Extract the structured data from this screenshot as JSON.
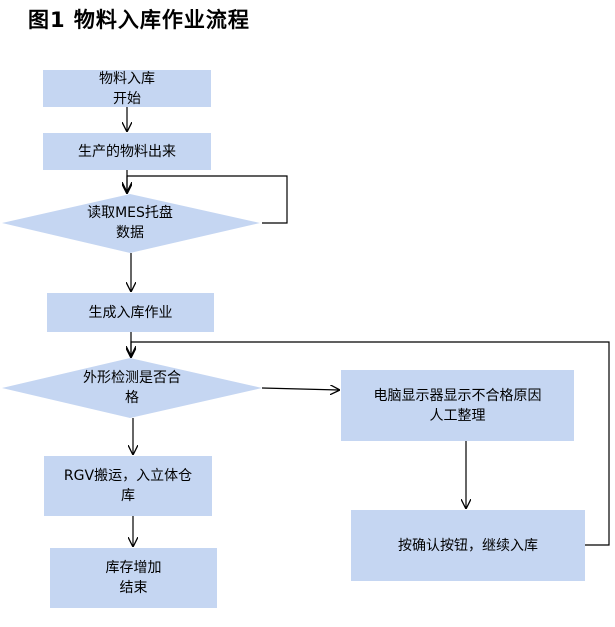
{
  "title": "图1 物料入库作业流程",
  "nodes": {
    "start": [
      "物料入库",
      "开始"
    ],
    "produce": [
      "生产的物料出来"
    ],
    "read_mes": [
      "读取MES托盘",
      "数据"
    ],
    "generate": [
      "生成入库作业"
    ],
    "check": [
      "外形检测是否合",
      "格"
    ],
    "rgv": [
      "RGV搬运，入立体仓",
      "库"
    ],
    "end": [
      "库存增加",
      "结束"
    ],
    "display": [
      "电脑显示器显示不合格原因",
      "人工整理"
    ],
    "confirm": [
      "按确认按钮，继续入库"
    ]
  },
  "colors": {
    "fill": "#c5d6f2",
    "line": "#000000"
  }
}
